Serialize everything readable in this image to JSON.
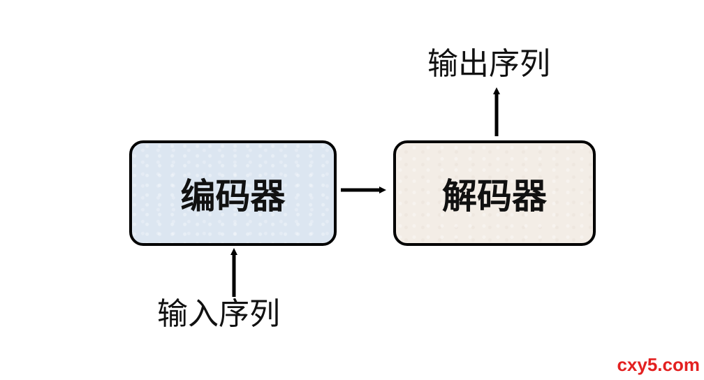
{
  "diagram": {
    "encoder_label": "编码器",
    "decoder_label": "解码器",
    "input_label": "输入序列",
    "output_label": "输出序列"
  },
  "watermark": "cxy5.com",
  "colors": {
    "encoder_fill": "#dce6f1",
    "decoder_fill": "#f3ede6",
    "stroke": "#000000",
    "watermark": "#e32020"
  }
}
